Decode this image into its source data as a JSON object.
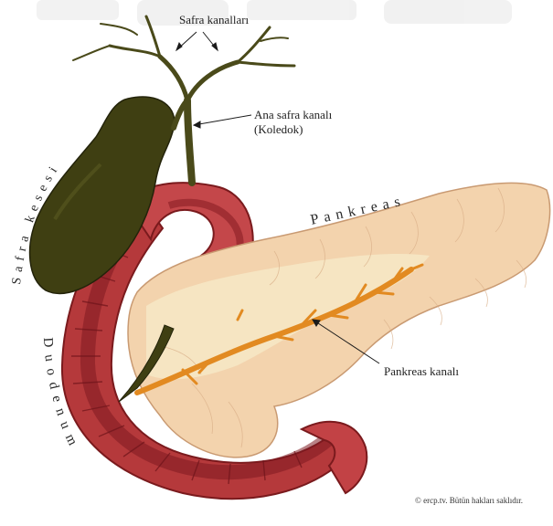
{
  "labels": {
    "bile_ducts": "Safra kanalları",
    "common_bile_duct": "Ana safra kanalı",
    "common_bile_duct_alt": "(Koledok)",
    "gallbladder": "Safra kesesi",
    "pancreas": "Pankreas",
    "pancreatic_duct": "Pankreas kanalı",
    "duodenum": "Duodenum"
  },
  "copyright": {
    "symbol": "©",
    "text": "ercp.tv. Bütün hakları saklıdır."
  },
  "colors": {
    "gallbladder": "#3f3f12",
    "bile_duct": "#4a4a1a",
    "pancreas": "#f3d6b2",
    "pancreas_inner": "#f5e6c2",
    "pancreatic_duct": "#e38f24",
    "duodenum_outer": "#b23a3a",
    "duodenum_inner": "#8e1f25"
  }
}
